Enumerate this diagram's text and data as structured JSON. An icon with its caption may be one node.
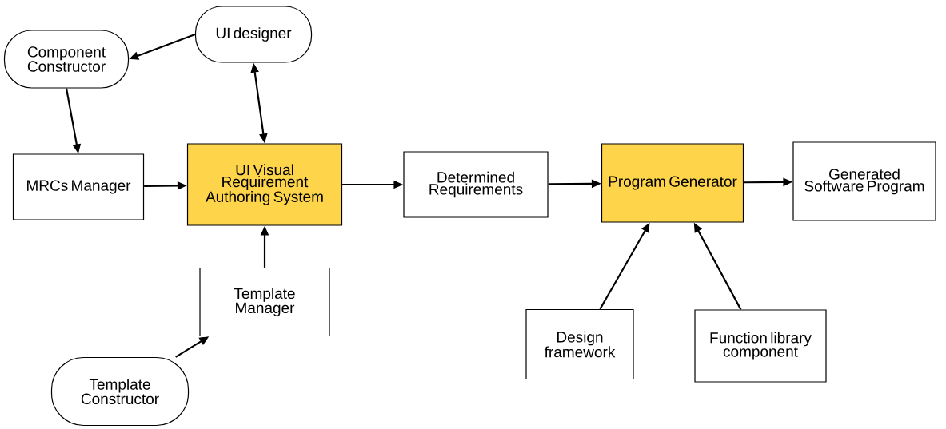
{
  "diagram": {
    "nodes": [
      {
        "text": [
          "Component Constructor"
        ]
      },
      {
        "text": [
          "UI designer"
        ]
      },
      {
        "text": [
          "MRCs Manager"
        ]
      },
      {
        "text": [
          "UI Visual Requirement Authoring System"
        ]
      },
      {
        "text": [
          "Determined Requirements"
        ]
      },
      {
        "text": [
          "Program Generator"
        ]
      },
      {
        "text": [
          "Generated Software Program"
        ]
      },
      {
        "text": [
          "Template Manager"
        ]
      },
      {
        "text": [
          "Design framework"
        ]
      },
      {
        "text": [
          "Function library component"
        ]
      },
      {
        "text": [
          "Template Constructor"
        ]
      }
    ],
    "edges": [
      {
        "from": 1,
        "to": 0,
        "arrow": "to"
      },
      {
        "from": 0,
        "to": 2,
        "arrow": "to"
      },
      {
        "from": 2,
        "to": 3,
        "arrow": "to"
      },
      {
        "from": 3,
        "to": 1,
        "arrow": "both"
      },
      {
        "from": 7,
        "to": 3,
        "arrow": "to"
      },
      {
        "from": 10,
        "to": 7,
        "arrow": "to"
      },
      {
        "from": 3,
        "to": 4,
        "arrow": "to"
      },
      {
        "from": 4,
        "to": 5,
        "arrow": "to"
      },
      {
        "from": 5,
        "to": 6,
        "arrow": "to"
      },
      {
        "from": 8,
        "to": 5,
        "arrow": "to"
      },
      {
        "from": 9,
        "to": 5,
        "arrow": "to"
      }
    ]
  }
}
